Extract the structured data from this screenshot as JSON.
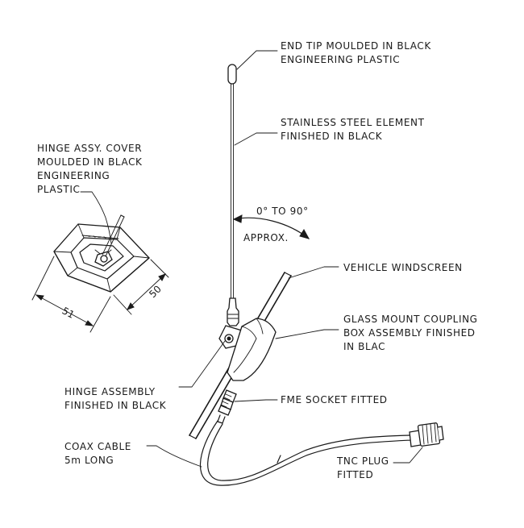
{
  "labels": {
    "end_tip": [
      "END TIP MOULDED IN BLACK",
      "ENGINEERING PLASTIC"
    ],
    "element": [
      "STAINLESS STEEL ELEMENT",
      "FINISHED IN BLACK"
    ],
    "hinge_cover": [
      "HINGE ASSY. COVER",
      "MOULDED IN BLACK",
      "ENGINEERING",
      "PLASTIC"
    ],
    "angle": "0° TO 90°",
    "approx": "APPROX.",
    "windscreen": "VEHICLE WINDSCREEN",
    "coupling_box": [
      "GLASS MOUNT COUPLING",
      "BOX ASSEMBLY FINISHED",
      "IN BLAC"
    ],
    "hinge_assembly": [
      "HINGE ASSEMBLY",
      "FINISHED IN BLACK"
    ],
    "fme_socket": "FME SOCKET FITTED",
    "coax": [
      "COAX CABLE",
      "5m LONG"
    ],
    "tnc_plug": [
      "TNC PLUG",
      "FITTED"
    ]
  },
  "dimensions": {
    "width": "51",
    "depth": "50"
  }
}
